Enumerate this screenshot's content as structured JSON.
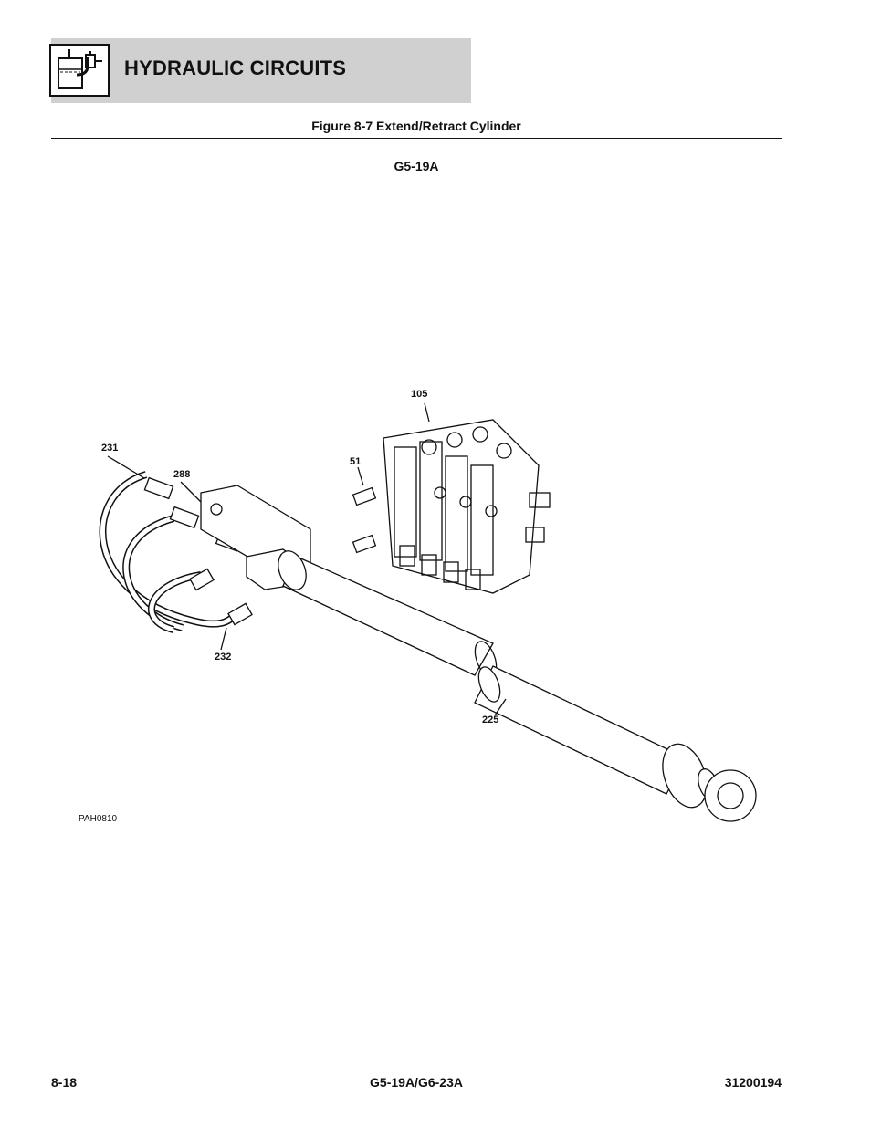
{
  "header": {
    "title": "HYDRAULIC CIRCUITS",
    "icon": "hydraulic-reservoir-icon"
  },
  "figure": {
    "title": "Figure 8-7 Extend/Retract Cylinder",
    "model": "G5-19A",
    "drawing_id": "PAH0810",
    "callouts": [
      "105",
      "231",
      "288",
      "51",
      "232",
      "225"
    ]
  },
  "footer": {
    "page": "8-18",
    "models": "G5-19A/G6-23A",
    "doc_number": "31200194"
  }
}
